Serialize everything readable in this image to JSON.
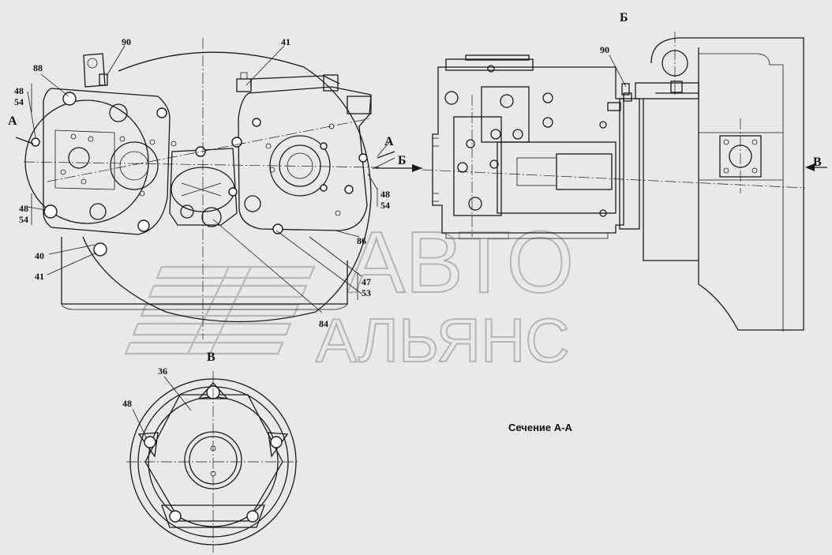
{
  "labels": {
    "p90a": "90",
    "p41a": "41",
    "p88": "88",
    "p48a": "48",
    "p54a": "54",
    "p48b": "48",
    "p54b": "54",
    "p40": "40",
    "p41b": "41",
    "p84": "84",
    "p86": "86",
    "p48c": "48",
    "p54c": "54",
    "p47": "47",
    "p53": "53",
    "p90b": "90",
    "p36": "36",
    "p48d": "48"
  },
  "views": {
    "section_a_left": "А",
    "section_a_right": "А",
    "view_b_arrow": "Б",
    "view_b_title": "Б",
    "view_v_arrow": "В",
    "view_v_title": "В"
  },
  "caption": "Сечение А-А",
  "watermark": {
    "line1": "АВТО",
    "line2": "АЛЬЯНС",
    "color": "#b5b5b5"
  },
  "colors": {
    "background": "#e9e9e9",
    "ink": "#1a1a1a"
  }
}
